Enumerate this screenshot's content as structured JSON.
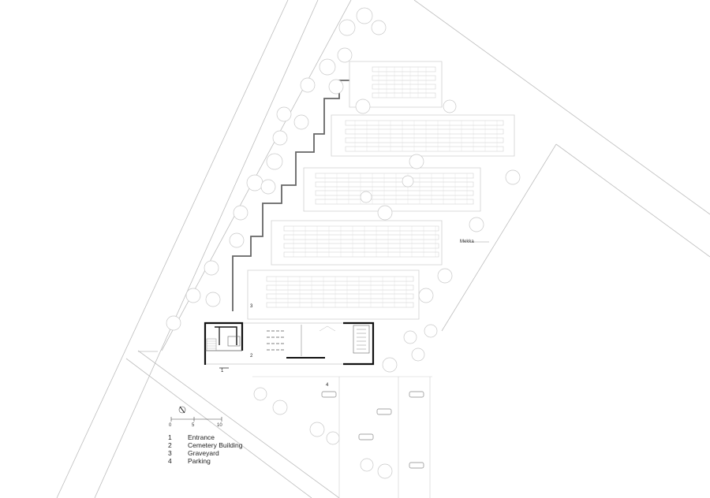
{
  "legend": [
    {
      "num": "1",
      "label": "Entrance"
    },
    {
      "num": "2",
      "label": "Cemetery Building"
    },
    {
      "num": "3",
      "label": "Graveyard"
    },
    {
      "num": "4",
      "label": "Parking"
    }
  ],
  "scale": {
    "ticks": [
      "0",
      "5",
      "10"
    ]
  },
  "plan_labels": {
    "entrance": "1",
    "building": "2",
    "graveyard": "3",
    "parking": "4",
    "mekka": "Mekka"
  }
}
